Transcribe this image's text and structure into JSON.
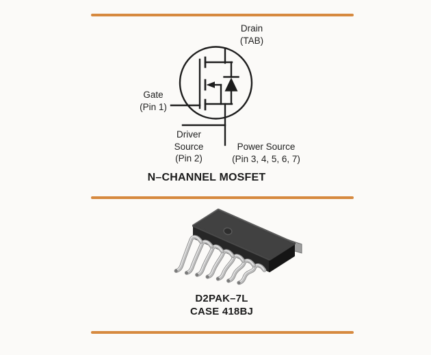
{
  "colors": {
    "divider_orange": "#D6893F",
    "ink": "#1D1D1D",
    "background": "#FBFAF8",
    "package_body_top": "#414141",
    "package_body_front": "#262626",
    "package_body_side": "#151515",
    "lead_metal": "#BCBCBC"
  },
  "symbol": {
    "labels": {
      "drain": [
        "Drain",
        "(TAB)"
      ],
      "gate": [
        "Gate",
        "(Pin 1)"
      ],
      "driver_source": [
        "Driver",
        "Source",
        "(Pin 2)"
      ],
      "power_source": [
        "Power Source",
        "(Pin 3, 4, 5, 6, 7)"
      ]
    },
    "caption": "N–CHANNEL MOSFET"
  },
  "package": {
    "name": "D2PAK–7L",
    "case": "CASE 418BJ",
    "lead_count": 7
  }
}
